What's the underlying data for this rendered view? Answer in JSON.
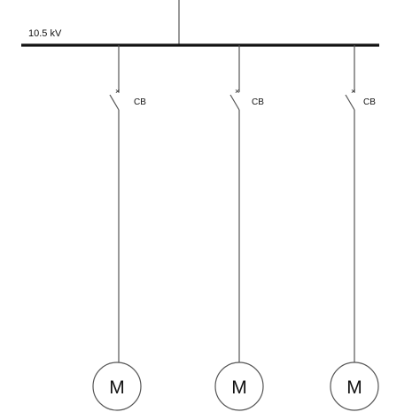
{
  "busbar": {
    "voltage_label": "10.5 kV"
  },
  "feeders": [
    {
      "breaker_label": "CB",
      "motor_label": "M"
    },
    {
      "breaker_label": "CB",
      "motor_label": "M"
    },
    {
      "breaker_label": "CB",
      "motor_label": "M"
    }
  ],
  "colors": {
    "line": "#111111",
    "thin_line": "#555555",
    "background": "#ffffff"
  }
}
